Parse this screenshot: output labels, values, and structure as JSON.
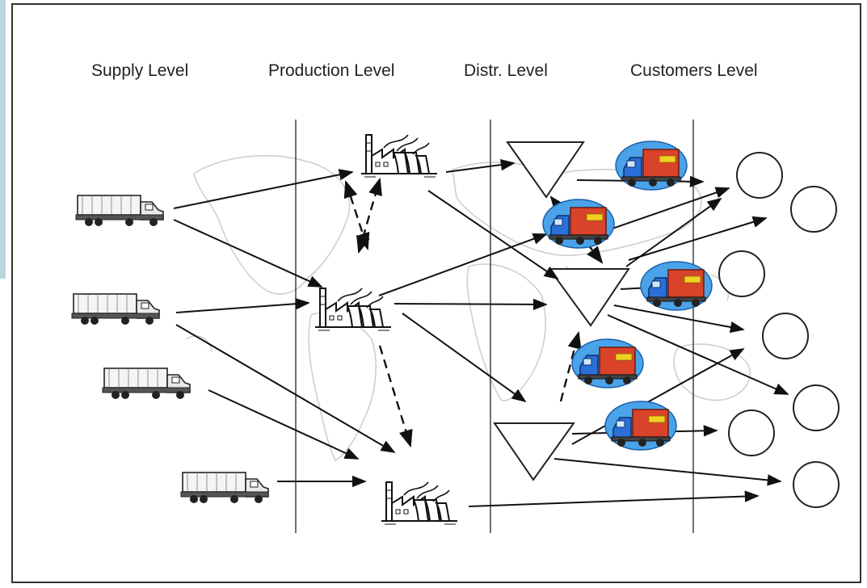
{
  "levels": [
    "Supply Level",
    "Production Level",
    "Distr. Level",
    "Customers Level"
  ],
  "colors": {
    "truck_cab": "#2b6fd8",
    "truck_container": "#d9432a",
    "truck_halo": "#4aa3e8",
    "truck_label": "#f0d021",
    "frame": "#333333",
    "side_bar": "#bcd6e1",
    "arrows": "#111111",
    "map_lines": "#cfcfcf"
  },
  "icons": {
    "supplier": "truck-icon",
    "factory": "factory-icon",
    "distribution_center": "inverted-triangle-icon",
    "customer": "circle-icon",
    "transport": "delivery-truck-icon",
    "background": "world-map"
  }
}
